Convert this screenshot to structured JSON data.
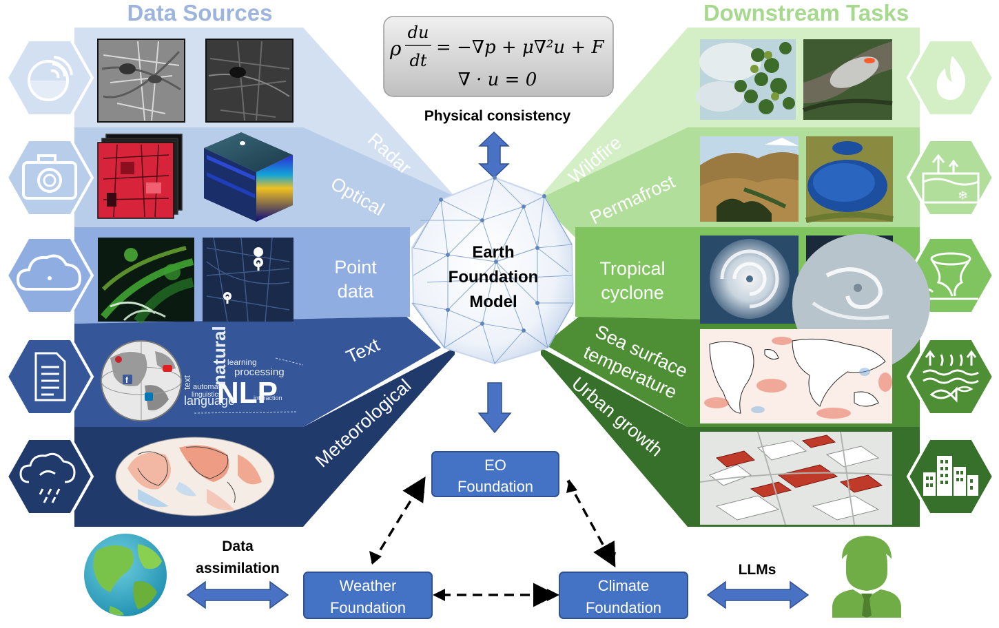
{
  "headers": {
    "left": "Data Sources",
    "right": "Downstream Tasks"
  },
  "equation": {
    "line1_rho": "ρ",
    "line1_num": "du",
    "line1_den": "dt",
    "line1_rhs": "= −∇p + μ∇²u + F",
    "line2": "∇ · u = 0",
    "caption": "Physical consistency"
  },
  "center": {
    "line1": "Earth",
    "line2": "Foundation",
    "line3": "Model"
  },
  "sources": [
    {
      "label": "Radar",
      "icon": "radar-dish-icon"
    },
    {
      "label": "Optical",
      "icon": "camera-icon"
    },
    {
      "label_line1": "Point",
      "label_line2": "data",
      "icon": "cloud-icon"
    },
    {
      "label": "Text",
      "icon": "document-icon"
    },
    {
      "label": "Meteorological",
      "icon": "rain-cloud-icon"
    }
  ],
  "text_thumbnail": {
    "word_nlp": "NLP",
    "word_natural": "natural",
    "word_language": "language",
    "word_processing": "processing",
    "word_learning": "learning",
    "word_text": "text",
    "word_interaction": "interaction",
    "word_automatic": "automatic",
    "word_linguistics": "linguistics"
  },
  "tasks": [
    {
      "label": "Wildfire",
      "icon": "flame-icon"
    },
    {
      "label": "Permafrost",
      "icon": "permafrost-icon"
    },
    {
      "label_line1": "Tropical",
      "label_line2": "cyclone",
      "icon": "cyclone-icon"
    },
    {
      "label_line1": "Sea surface",
      "label_line2": "temperature",
      "icon": "sea-fish-icon"
    },
    {
      "label": "Urban growth",
      "icon": "buildings-icon"
    }
  ],
  "foundations": {
    "eo_line1": "EO",
    "eo_line2": "Foundation",
    "weather_line1": "Weather",
    "weather_line2": "Foundation",
    "climate_line1": "Climate",
    "climate_line2": "Foundation"
  },
  "bottom": {
    "assim_line1": "Data",
    "assim_line2": "assimilation",
    "llms": "LLMs"
  },
  "colors": {
    "header_left": "#9db4dc",
    "header_right": "#a6d98e",
    "band_blue": [
      "#d3e0f2",
      "#b3c8e8",
      "#8fade0",
      "#35579a",
      "#1f3a6b"
    ],
    "band_green": [
      "#d4efc6",
      "#aedc98",
      "#7fc45f",
      "#4e8f36",
      "#36702a"
    ],
    "foundation_box": "#4472c4",
    "arrow_blue": "#4a72c4",
    "person_green": "#70ad47"
  }
}
